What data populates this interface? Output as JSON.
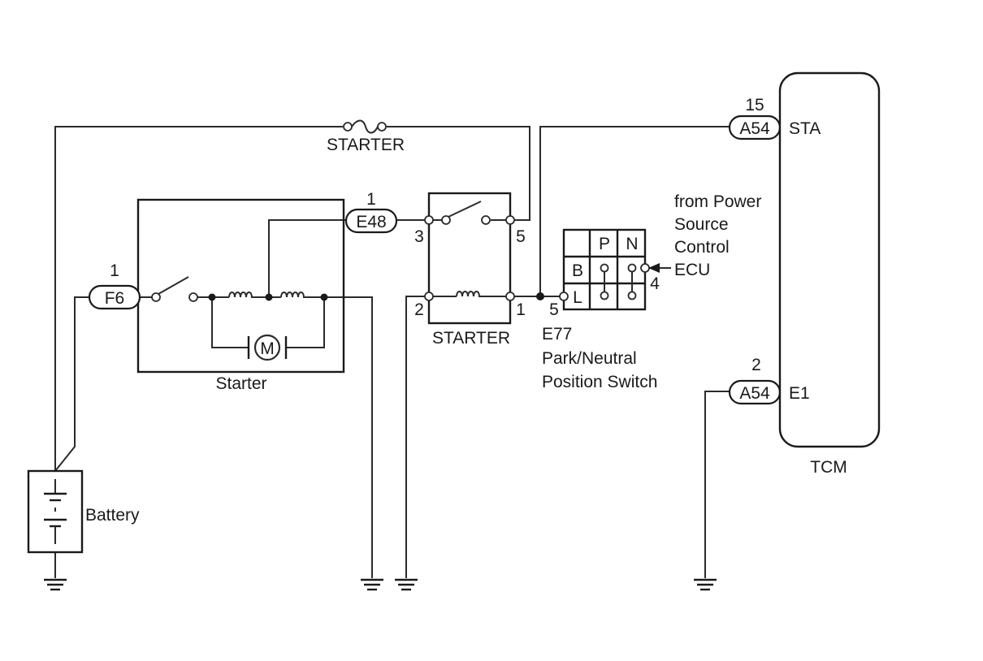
{
  "fuse_label": "STARTER",
  "starter_label": "Starter",
  "motor_label": "M",
  "relay_label": "STARTER",
  "battery_label": "Battery",
  "tcm_label": "TCM",
  "connectors": {
    "f6": {
      "code": "F6",
      "pin": "1"
    },
    "e48": {
      "code": "E48",
      "pin": "1"
    },
    "a54_sta": {
      "code": "A54",
      "pin": "15"
    },
    "a54_e1": {
      "code": "A54",
      "pin": "2"
    }
  },
  "relay_pins": {
    "p3": "3",
    "p5": "5",
    "p2": "2",
    "p1": "1"
  },
  "pn_switch": {
    "header_p": "P",
    "header_n": "N",
    "row_b": "B",
    "row_l": "L",
    "pin_l": "5",
    "pin_b": "4",
    "code": "E77",
    "name_line1": "Park/Neutral",
    "name_line2": "Position Switch"
  },
  "ecu_note": {
    "line1": "from Power",
    "line2": "Source",
    "line3": "Control",
    "line4": "ECU"
  },
  "tcm_pins": {
    "sta": "STA",
    "e1": "E1"
  }
}
